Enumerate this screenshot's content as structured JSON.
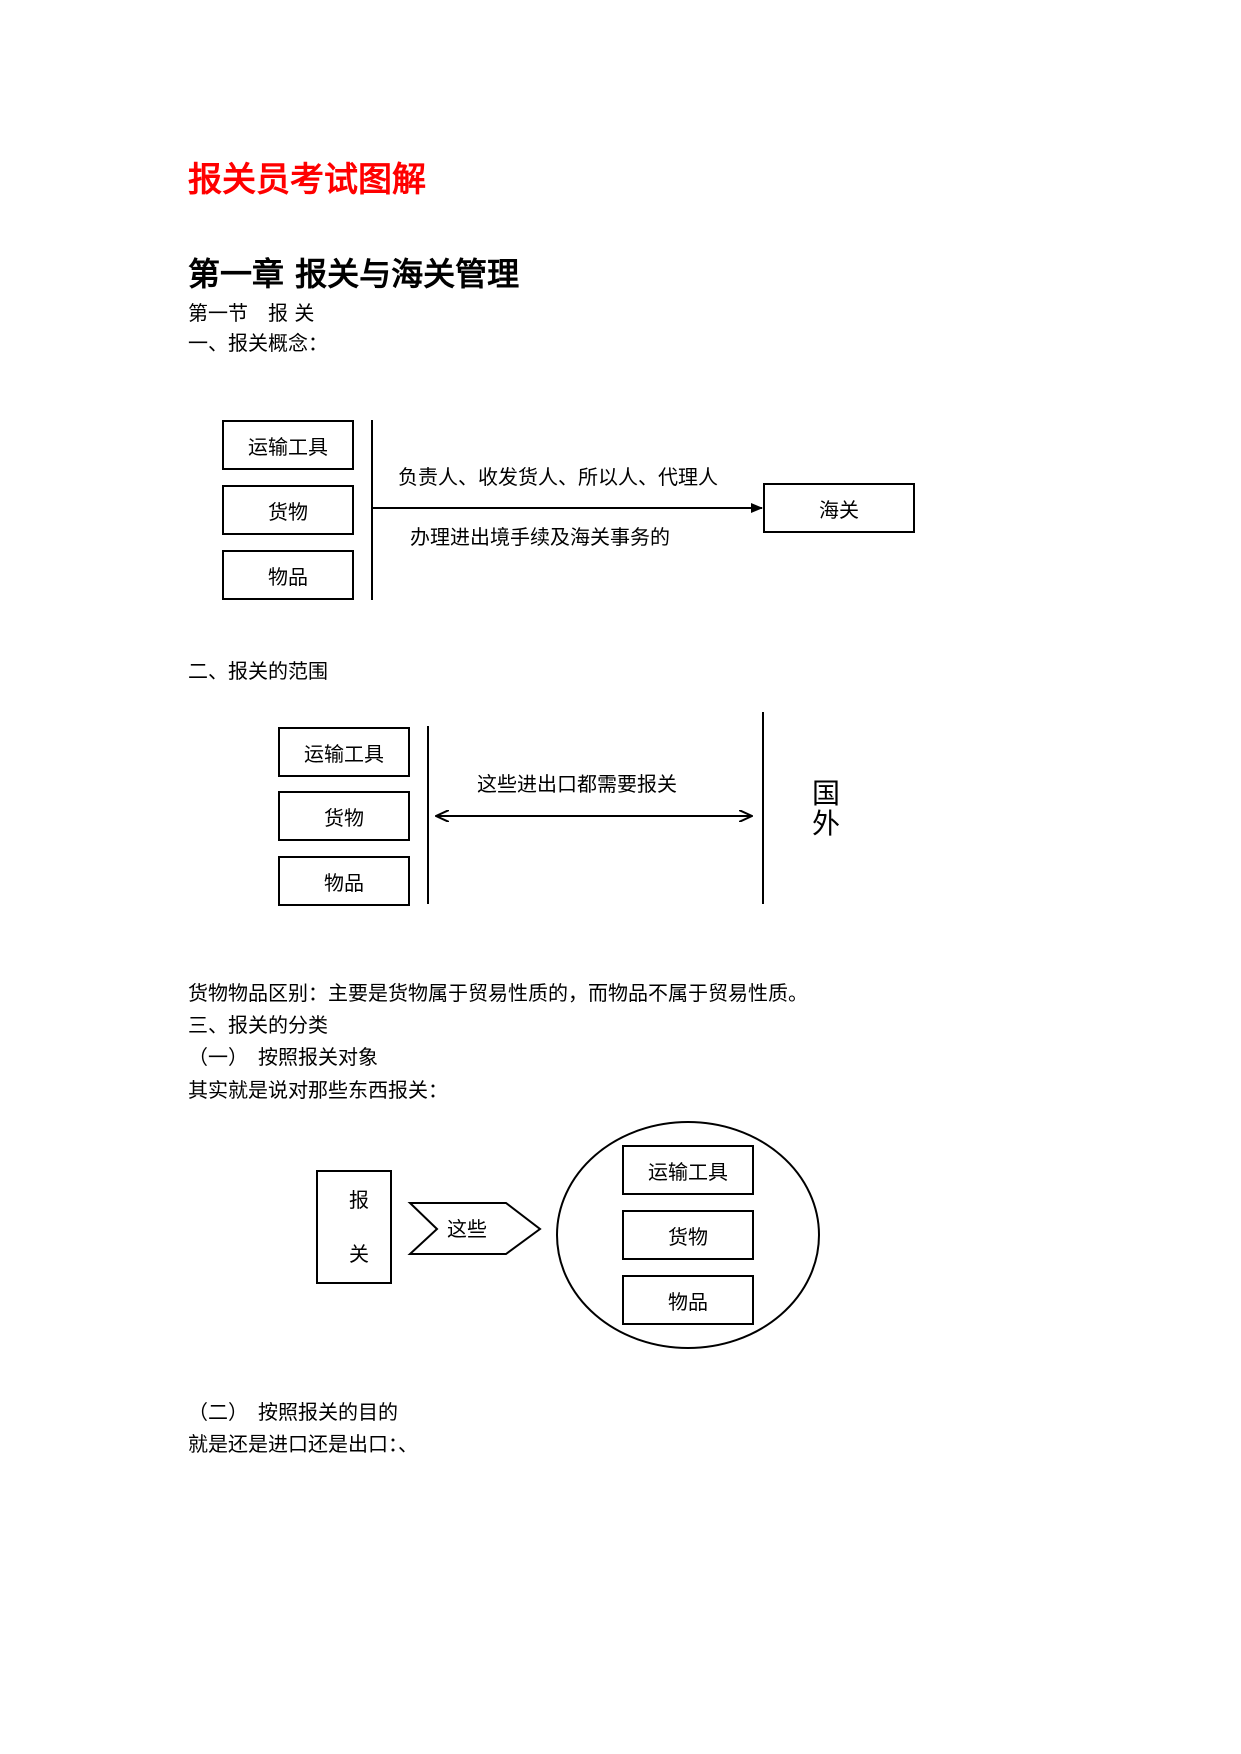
{
  "document": {
    "title": "报关员考试图解",
    "chapter": "第一章 报关与海关管理",
    "section": "第一节　报 关",
    "item1": "一、报关概念：",
    "item2": "二、报关的范围",
    "difference": "货物物品区别：主要是货物属于贸易性质的，而物品不属于贸易性质。",
    "item3": "三、报关的分类",
    "sub1": "（一）　按照报关对象",
    "sub1_desc": "其实就是说对那些东西报关：",
    "sub2": "（二）　按照报关的目的",
    "sub2_desc": "就是还是进口还是出口：、"
  },
  "diagram1": {
    "boxes": [
      "运输工具",
      "货物",
      "物品"
    ],
    "label_top": "负责人、收发货人、所以人、代理人",
    "label_bottom": "办理进出境手续及海关事务的",
    "target": "海关"
  },
  "diagram2": {
    "boxes": [
      "运输工具",
      "货物",
      "物品"
    ],
    "label": "这些进出口都需要报关",
    "foreign_1": "国",
    "foreign_2": "外"
  },
  "diagram3": {
    "left_1": "报",
    "left_2": "关",
    "arrow_label": "这些",
    "boxes": [
      "运输工具",
      "货物",
      "物品"
    ]
  }
}
